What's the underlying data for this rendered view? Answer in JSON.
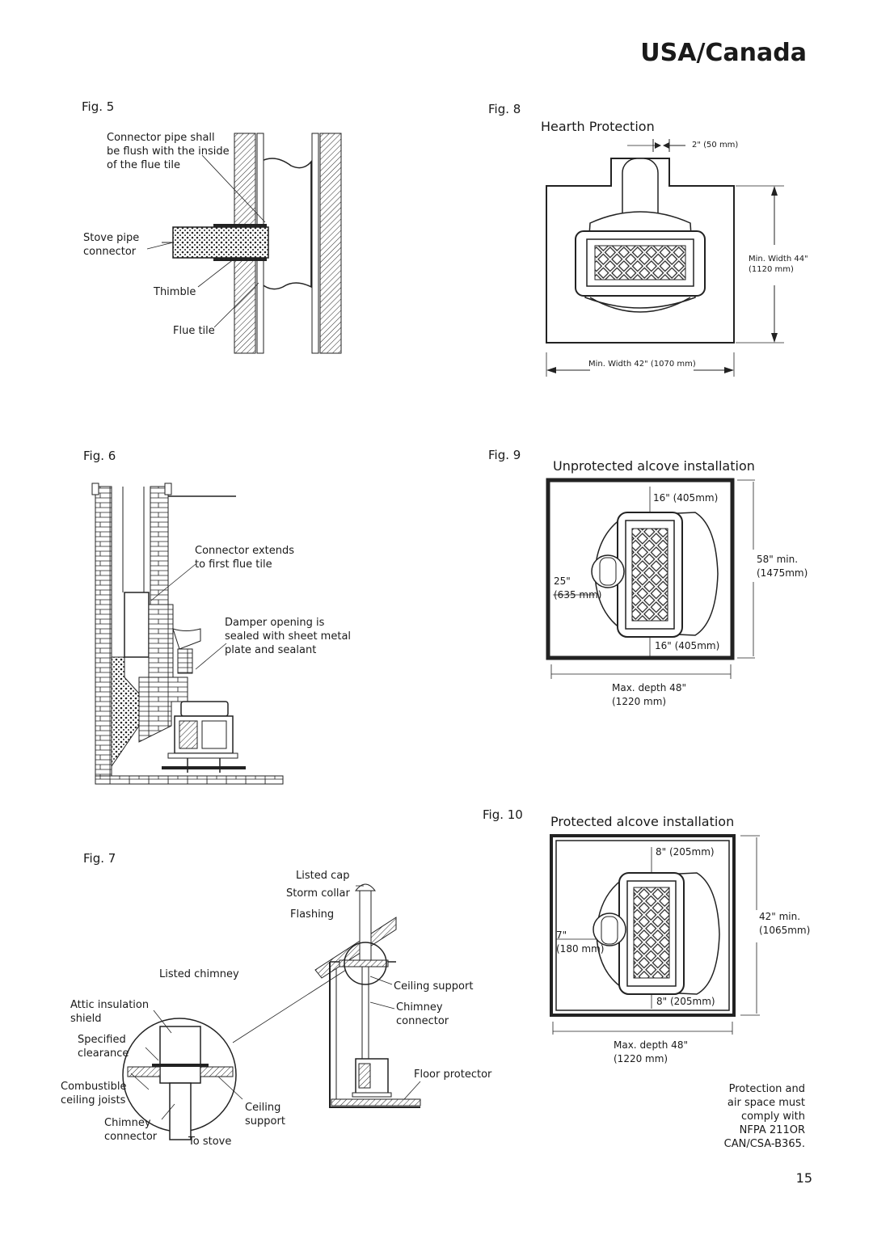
{
  "header": {
    "region": "USA/Canada"
  },
  "fig5": {
    "label": "Fig. 5",
    "callouts": {
      "connector_pipe": "Connector pipe shall\nbe flush with the inside\nof the flue tile",
      "stove_pipe": "Stove pipe\nconnector",
      "thimble": "Thimble",
      "flue_tile": "Flue tile"
    }
  },
  "fig6": {
    "label": "Fig. 6",
    "callouts": {
      "connector_extends": "Connector extends\nto first flue tile",
      "damper": "Damper opening is\nsealed with sheet metal\nplate and sealant"
    }
  },
  "fig7": {
    "label": "Fig. 7",
    "callouts": {
      "listed_cap": "Listed cap",
      "storm_collar": "Storm collar",
      "flashing": "Flashing",
      "listed_chimney": "Listed chimney",
      "ceiling_support": "Ceiling support",
      "attic_insulation": "Attic insulation\nshield",
      "chimney_connector_right": "Chimney\nconnector",
      "specified_clearance": "Specified\nclearance",
      "floor_protector": "Floor protector",
      "combustible_joists": "Combustible\nceiling joists",
      "ceiling_support_2": "Ceiling\nsupport",
      "chimney_connector_left": "Chimney\nconnector",
      "to_stove": "To stove"
    }
  },
  "fig8": {
    "label": "Fig. 8",
    "title": "Hearth Protection",
    "dim_top": "2\" (50 mm)",
    "dim_right": "Min. Width 44\"\n(1120 mm)",
    "dim_bottom": "Min. Width 42\" (1070 mm)"
  },
  "fig9": {
    "label": "Fig. 9",
    "title": "Unprotected alcove installation",
    "dim_top": "16\" (405mm)",
    "dim_side": "58\" min.\n(1475mm)",
    "dim_left": "25\"\n(635 mm)",
    "dim_bottom": "16\" (405mm)",
    "dim_depth": "Max. depth 48\"\n(1220 mm)"
  },
  "fig10": {
    "label": "Fig. 10",
    "title": "Protected alcove installation",
    "dim_top": "8\" (205mm)",
    "dim_side": "42\" min.\n(1065mm)",
    "dim_left": "7\"\n(180 mm)",
    "dim_bottom": "8\" (205mm)",
    "dim_depth": "Max. depth 48\"\n(1220 mm)"
  },
  "note": "Protection and\nair space must\ncomply with\nNFPA 211OR\nCAN/CSA-B365.",
  "page_number": "15"
}
